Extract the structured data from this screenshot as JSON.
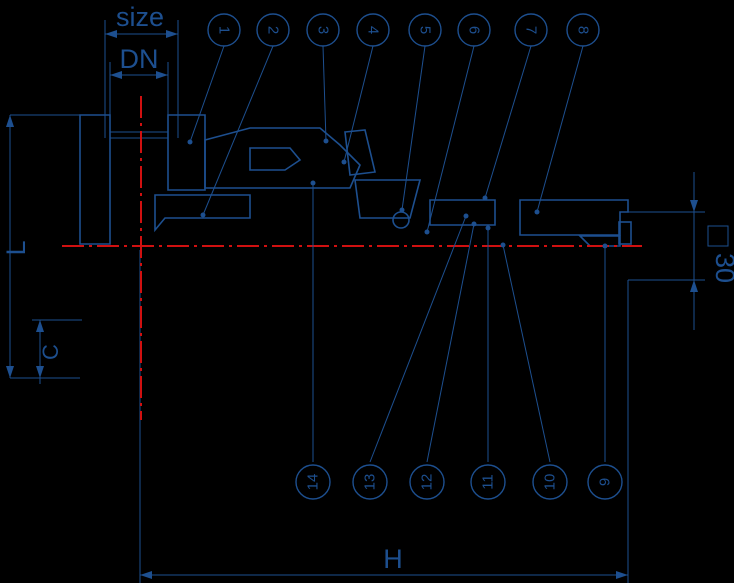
{
  "labels": {
    "size": "size",
    "dn": "DN",
    "l": "L",
    "c": "C",
    "h": "H",
    "thirty": "30"
  },
  "parts": [
    "1",
    "2",
    "3",
    "4",
    "5",
    "6",
    "7",
    "8",
    "9",
    "10",
    "11",
    "12",
    "13",
    "14"
  ],
  "colors": {
    "background": "#000000",
    "line": "#1d4f8f",
    "centerline": "#d01010"
  }
}
